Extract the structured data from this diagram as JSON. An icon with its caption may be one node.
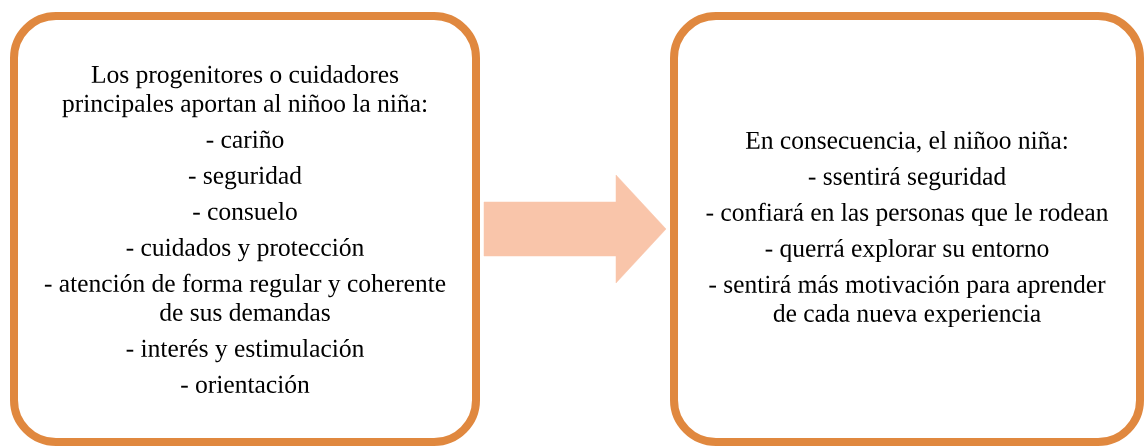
{
  "diagram": {
    "nodes": [
      {
        "text": [
          "Los progenitores o cuidadores principales aportan al niñoo la niña:",
          "- cariño",
          "- seguridad",
          "- consuelo",
          "- cuidados y protección",
          "- atención de forma regular y coherente de sus demandas",
          "- interés y estimulación",
          "- orientación"
        ]
      },
      {
        "text": [
          "En consecuencia, el niñoo niña:",
          "- ssentirá seguridad",
          "- confiará en las personas que le rodean",
          "- querrá explorar su entorno",
          "- sentirá más motivación para aprender de cada nueva experiencia"
        ]
      }
    ],
    "edges": [
      {
        "from": 0,
        "to": 1,
        "arrow": "to"
      }
    ]
  }
}
